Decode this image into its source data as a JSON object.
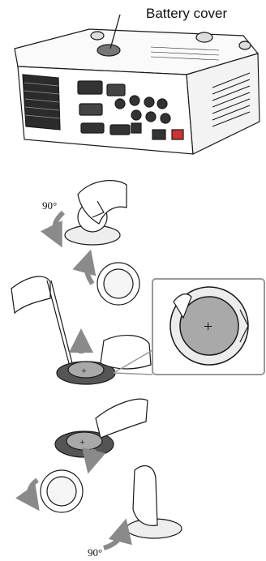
{
  "labels": {
    "battery_cover": "Battery cover",
    "angle_top": "90°",
    "angle_bottom": "90°",
    "plus_sign": "+",
    "plus_sign_small": "+"
  },
  "colors": {
    "line": "#1a1a1a",
    "gray_fill": "#a9a9a9",
    "light_fill": "#eeeeee",
    "arrow_gray": "#8a8a8a",
    "box_border": "#999999"
  },
  "steps": [
    {
      "id": 1,
      "description_icon": "projector-with-battery-cover"
    },
    {
      "id": 2,
      "description_icon": "rotate-cover-90-ccw"
    },
    {
      "id": 3,
      "description_icon": "pry-out-battery-with-screwdriver"
    },
    {
      "id": 4,
      "description_icon": "insert-new-battery"
    },
    {
      "id": 5,
      "description_icon": "rotate-cover-90-cw"
    }
  ]
}
